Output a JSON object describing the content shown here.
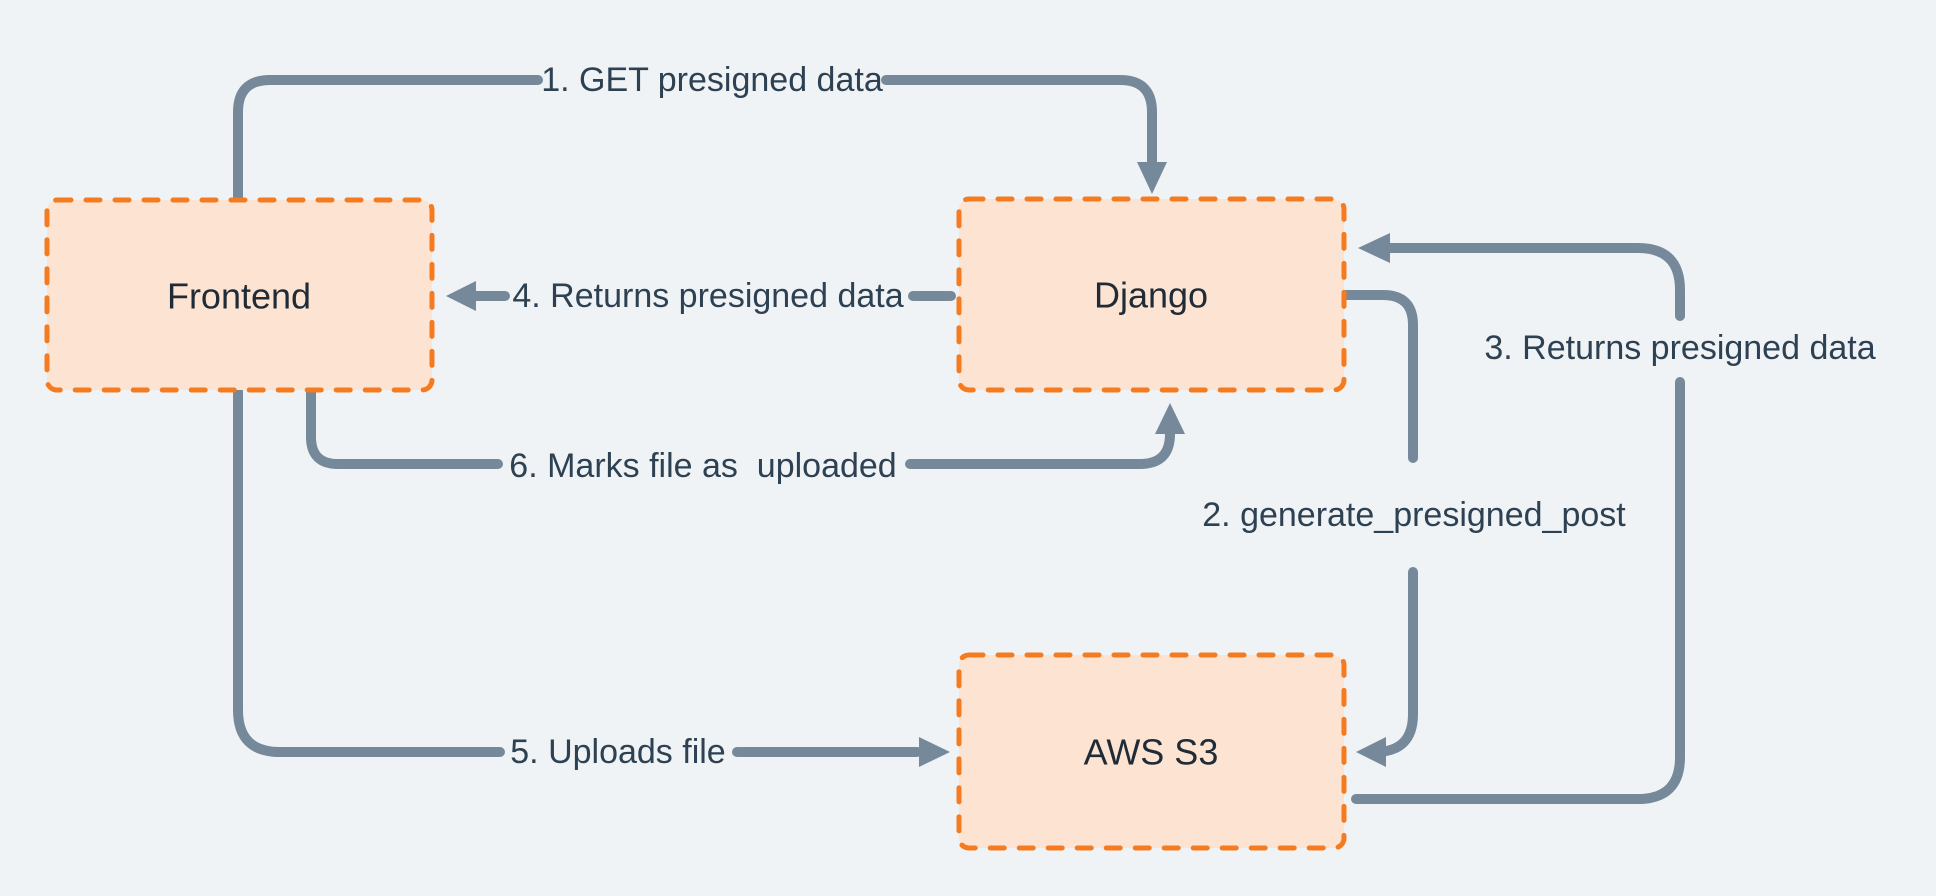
{
  "colors": {
    "background": "#eff3f6",
    "node_fill": "#fce3d2",
    "node_border": "#f47b20",
    "arrow_line": "#75899a",
    "edge_label_text": "#2e4152",
    "node_label_text": "#1f2b36"
  },
  "nodes": {
    "frontend": {
      "label": "Frontend"
    },
    "django": {
      "label": "Django"
    },
    "aws_s3": {
      "label": "AWS S3"
    }
  },
  "edges": {
    "e1": {
      "label": "1. GET presigned data"
    },
    "e2": {
      "label": "2. generate_presigned_post"
    },
    "e3": {
      "label": "3. Returns presigned data"
    },
    "e4": {
      "label": "4. Returns presigned data"
    },
    "e5": {
      "label": "5. Uploads file"
    },
    "e6": {
      "label": "6. Marks file as  uploaded"
    }
  }
}
